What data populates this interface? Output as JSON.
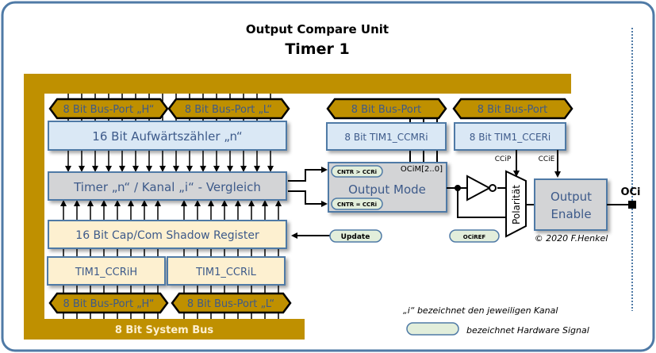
{
  "title": "Output Compare Unit",
  "subtitle": "Timer 1",
  "colors": {
    "frame": "#4f7aa6",
    "bus_gold": "#bf9000",
    "blue_box": "#dae8f5",
    "gray_box": "#d3d4d6",
    "cream_box": "#fdf0d0",
    "signal_fill": "#e2eedb",
    "text_blue": "#3d5a8a"
  },
  "bus_ports": {
    "top_h": "8 Bit Bus-Port „H“",
    "top_l": "8 Bit Bus-Port „L“",
    "ccmr_port": "8 Bit Bus-Port",
    "ccer_port": "8 Bit Bus-Port",
    "bottom_h": "8 Bit Bus-Port „H“",
    "bottom_l": "8 Bit Bus-Port „L“"
  },
  "blocks": {
    "counter": "16 Bit Aufwärtszähler „n“",
    "compare": "Timer „n“ / Kanal „i“ - Vergleich",
    "shadow": "16 Bit Cap/Com Shadow Register",
    "ccrih": "TIM1_CCRiH",
    "ccril": "TIM1_CCRiL",
    "ccmr": "8 Bit TIM1_CCMRi",
    "ccer": "8 Bit TIM1_CCERi",
    "output_mode": "Output Mode",
    "ocim": "OCiM[2..0]",
    "polarity": "Polarität",
    "output_enable_1": "Output",
    "output_enable_2": "Enable"
  },
  "signals": {
    "gt": "CNTR > CCRi",
    "eq": "CNTR = CCRi",
    "update": "Update",
    "ocref": "OCiREF",
    "ccip": "CCiP",
    "ccie": "CCiE",
    "oci": "OCi"
  },
  "system_bus": "8 Bit System Bus",
  "copyright": "© 2020 F.Henkel",
  "legend": {
    "channel_note": "„i“ bezeichnet den jeweiligen Kanal",
    "signal_note": "bezeichnet Hardware Signal"
  }
}
